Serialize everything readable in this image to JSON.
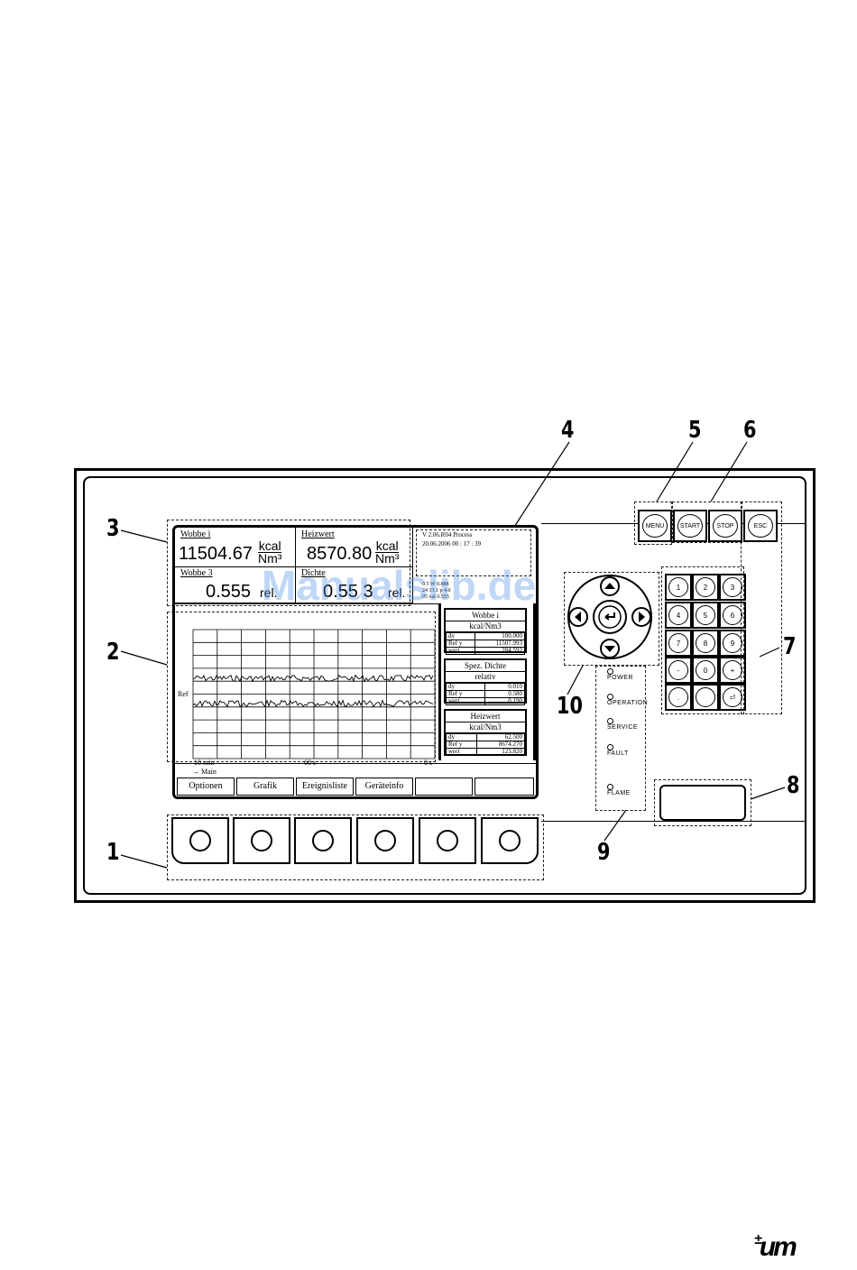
{
  "callouts": {
    "c1": "1",
    "c2": "2",
    "c3": "3",
    "c4": "4",
    "c5": "5",
    "c6": "6",
    "c7": "7",
    "c8": "8",
    "c9": "9",
    "c10": "10"
  },
  "measure": {
    "m1_title": "Wobbe i",
    "m1_value": "11504.67",
    "m1_unit_top": "kcal",
    "m1_unit_bot": "Nm³",
    "m2_title": "Heizwert",
    "m2_value": "8570.80",
    "m2_unit_top": "kcal",
    "m2_unit_bot": "Nm³",
    "m3_title": "Wobbe 3",
    "m3_value": "0.555",
    "m3_unit": "rel.",
    "m4_title": "Dichte",
    "m4_value": "0.55 3",
    "m4_unit": "rel."
  },
  "status": {
    "line1": "V 2.06.R04  Process",
    "line2": "20.06.2006   00 : 17 : 39",
    "mini1": "0.5    W  0.888",
    "mini2": "24   13.1  p  4.0",
    "mini3": "05    val  0.555"
  },
  "stats": [
    {
      "title": "Wobbe i",
      "unit": "kcal/Nm3",
      "rows": [
        [
          "dy",
          "100.000"
        ],
        [
          "Ref y",
          "11507.993"
        ],
        [
          "wert",
          "284.592"
        ]
      ]
    },
    {
      "title": "Spez. Dichte",
      "unit": "relativ",
      "rows": [
        [
          "dy",
          "0.010"
        ],
        [
          "Ref y",
          "0.580"
        ],
        [
          "wert",
          "0.190"
        ]
      ]
    },
    {
      "title": "Heizwert",
      "unit": "kcal/Nm3",
      "rows": [
        [
          "dy",
          "62.500"
        ],
        [
          "Ref y",
          "8674.270"
        ],
        [
          "wert",
          "123.820"
        ]
      ]
    }
  ],
  "graph": {
    "ref_label": "Ref",
    "time_left": "10 min",
    "time_mid": "60 s",
    "time_right": "0 s",
    "menu_path": "→  Main"
  },
  "softkeys": [
    "Optionen",
    "Grafik",
    "Ereignisliste",
    "Geräteinfo",
    "",
    ""
  ],
  "fkeys": [
    "MENU",
    "START",
    "STOP",
    "ESC"
  ],
  "keypad": [
    "1",
    "2",
    "3",
    "4",
    "5",
    "6",
    "7",
    "8",
    "9",
    "-",
    "0",
    "+",
    ".",
    "",
    "⏎"
  ],
  "leds": [
    "POWER",
    "OPERATION",
    "SERVICE",
    "FAULT",
    "FLAME"
  ],
  "watermark": "Manualslib.de",
  "logo": "um"
}
